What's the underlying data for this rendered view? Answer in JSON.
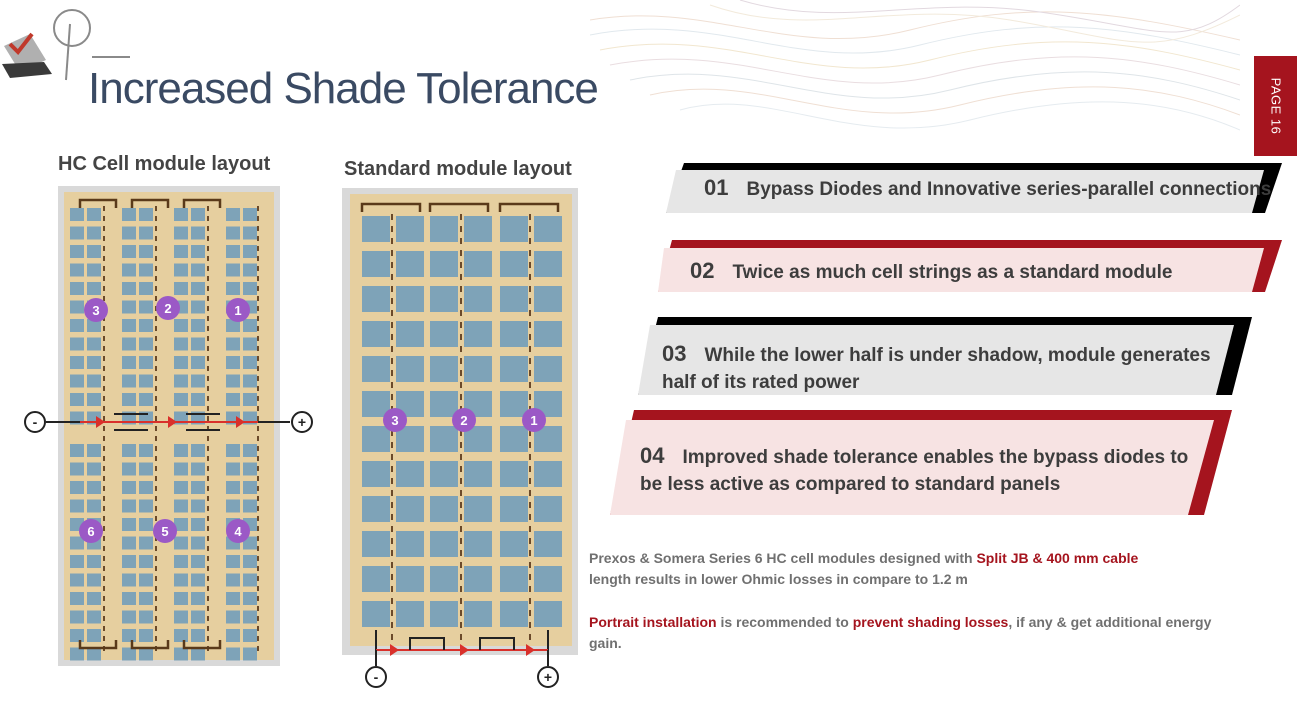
{
  "header": {
    "title": "Increased Shade Tolerance",
    "page_label": "PAGE 16"
  },
  "layouts": {
    "hc_label": "HC Cell module layout",
    "std_label": "Standard module layout",
    "hc_markers": [
      "3",
      "2",
      "1",
      "6",
      "5",
      "4"
    ],
    "std_markers": [
      "3",
      "2",
      "1"
    ],
    "neg_symbol": "-",
    "pos_symbol": "+"
  },
  "cards": [
    {
      "num": "01",
      "text": "Bypass Diodes and Innovative series-parallel connections"
    },
    {
      "num": "02",
      "text": "Twice as much cell strings as a standard module"
    },
    {
      "num": "03",
      "text": "While the lower half is under shadow, module generates half of its rated power"
    },
    {
      "num": "04",
      "text": "Improved shade tolerance enables the bypass diodes to be less active as compared to standard panels"
    }
  ],
  "info": {
    "p1_a": "Prexos & Somera Series 6 HC cell modules designed with ",
    "p1_hl": "Split JB & 400 mm cable",
    "p1_b": "length results in lower Ohmic losses in compare to 1.2 m",
    "p2_hl1": "Portrait installation",
    "p2_a": " is recommended to ",
    "p2_hl2": "prevent shading losses",
    "p2_b": ", if any & get additional energy gain."
  },
  "colors": {
    "accent_red": "#a5141e",
    "title_blue": "#3a4a63",
    "cell_blue": "#7ea3b8",
    "panel_tan": "#e6cf9f",
    "marker_purple": "#9b59c6"
  }
}
